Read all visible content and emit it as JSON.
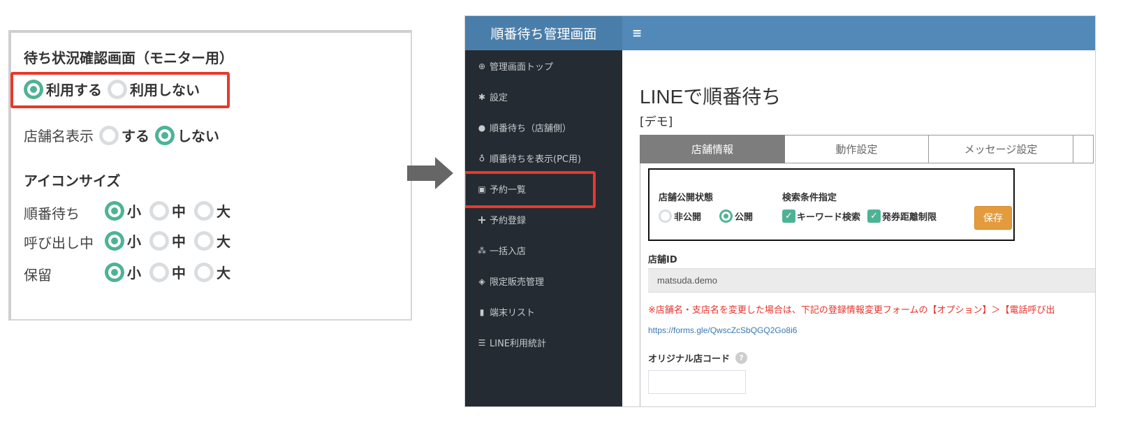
{
  "monitor_panel": {
    "title": "待ち状況確認画面（モニター用）",
    "use_options": [
      {
        "label": "利用する",
        "selected": true
      },
      {
        "label": "利用しない",
        "selected": false
      }
    ],
    "store_name_display": {
      "label": "店舗名表示",
      "options": [
        {
          "label": "する",
          "selected": false
        },
        {
          "label": "しない",
          "selected": true
        }
      ]
    },
    "icon_size": {
      "title": "アイコンサイズ",
      "rows": [
        {
          "label": "順番待ち",
          "options": [
            "小",
            "中",
            "大"
          ],
          "selected": "小"
        },
        {
          "label": "呼び出し中",
          "options": [
            "小",
            "中",
            "大"
          ],
          "selected": "小"
        },
        {
          "label": "保留",
          "options": [
            "小",
            "中",
            "大"
          ],
          "selected": "小"
        }
      ]
    }
  },
  "arrow": {
    "color": "#666666"
  },
  "admin": {
    "brand": "順番待ち管理画面",
    "menu_icon": "≡",
    "sidebar": {
      "items": [
        {
          "icon": "globe-icon",
          "glyph": "⊕",
          "label": "管理画面トップ"
        },
        {
          "icon": "gear-icon",
          "glyph": "✱",
          "label": "設定"
        },
        {
          "icon": "user-icon",
          "glyph": "●",
          "label": "順番待ち（店舗側）"
        },
        {
          "icon": "user-outline-icon",
          "glyph": "♁",
          "label": "順番待ちを表示(PC用)",
          "highlighted": true
        },
        {
          "icon": "address-card-icon",
          "glyph": "▣",
          "label": "予約一覧"
        },
        {
          "icon": "plus-icon",
          "glyph": "+",
          "label": "予約登録"
        },
        {
          "icon": "users-icon",
          "glyph": "⁂",
          "label": "一括入店"
        },
        {
          "icon": "cube-icon",
          "glyph": "◈",
          "label": "限定販売管理"
        },
        {
          "icon": "tablet-icon",
          "glyph": "▮",
          "label": "端末リスト"
        },
        {
          "icon": "list-icon",
          "glyph": "☰",
          "label": "LINE利用統計"
        }
      ]
    },
    "page_title": "LINEで順番待ち",
    "page_subtitle": "[デモ]",
    "tabs": [
      {
        "label": "店舗情報",
        "active": true
      },
      {
        "label": "動作設定",
        "active": false
      },
      {
        "label": "メッセージ設定",
        "active": false
      },
      {
        "label": "",
        "active": false
      }
    ],
    "settings_box": {
      "publish_label": "店舗公開状態",
      "publish_options": [
        {
          "label": "非公開",
          "selected": false
        },
        {
          "label": "公開",
          "selected": true
        }
      ],
      "search_label": "検索条件指定",
      "search_options": [
        {
          "label": "キーワード検索",
          "checked": true
        },
        {
          "label": "発券距離制限",
          "checked": true
        }
      ],
      "save_label": "保存"
    },
    "store_id": {
      "label": "店舗ID",
      "value": "matsuda.demo"
    },
    "warning": "※店舗名・支店名を変更した場合は、下記の登録情報変更フォームの【オプション】＞【電話呼び出",
    "form_link": "https://forms.gle/QwscZcSbQGQ2Go8i6",
    "original_code": {
      "label": "オリジナル店コード",
      "help": "?",
      "value": ""
    }
  },
  "colors": {
    "accent_green": "#4eb394",
    "highlight_red": "#e8392b",
    "header_blue": "#5289b9",
    "brand_blue": "#4a7eaa",
    "sidebar_dark": "#242b32",
    "save_orange": "#e49b3d",
    "warning_red": "#e8322b",
    "link_blue": "#3a78b2"
  }
}
